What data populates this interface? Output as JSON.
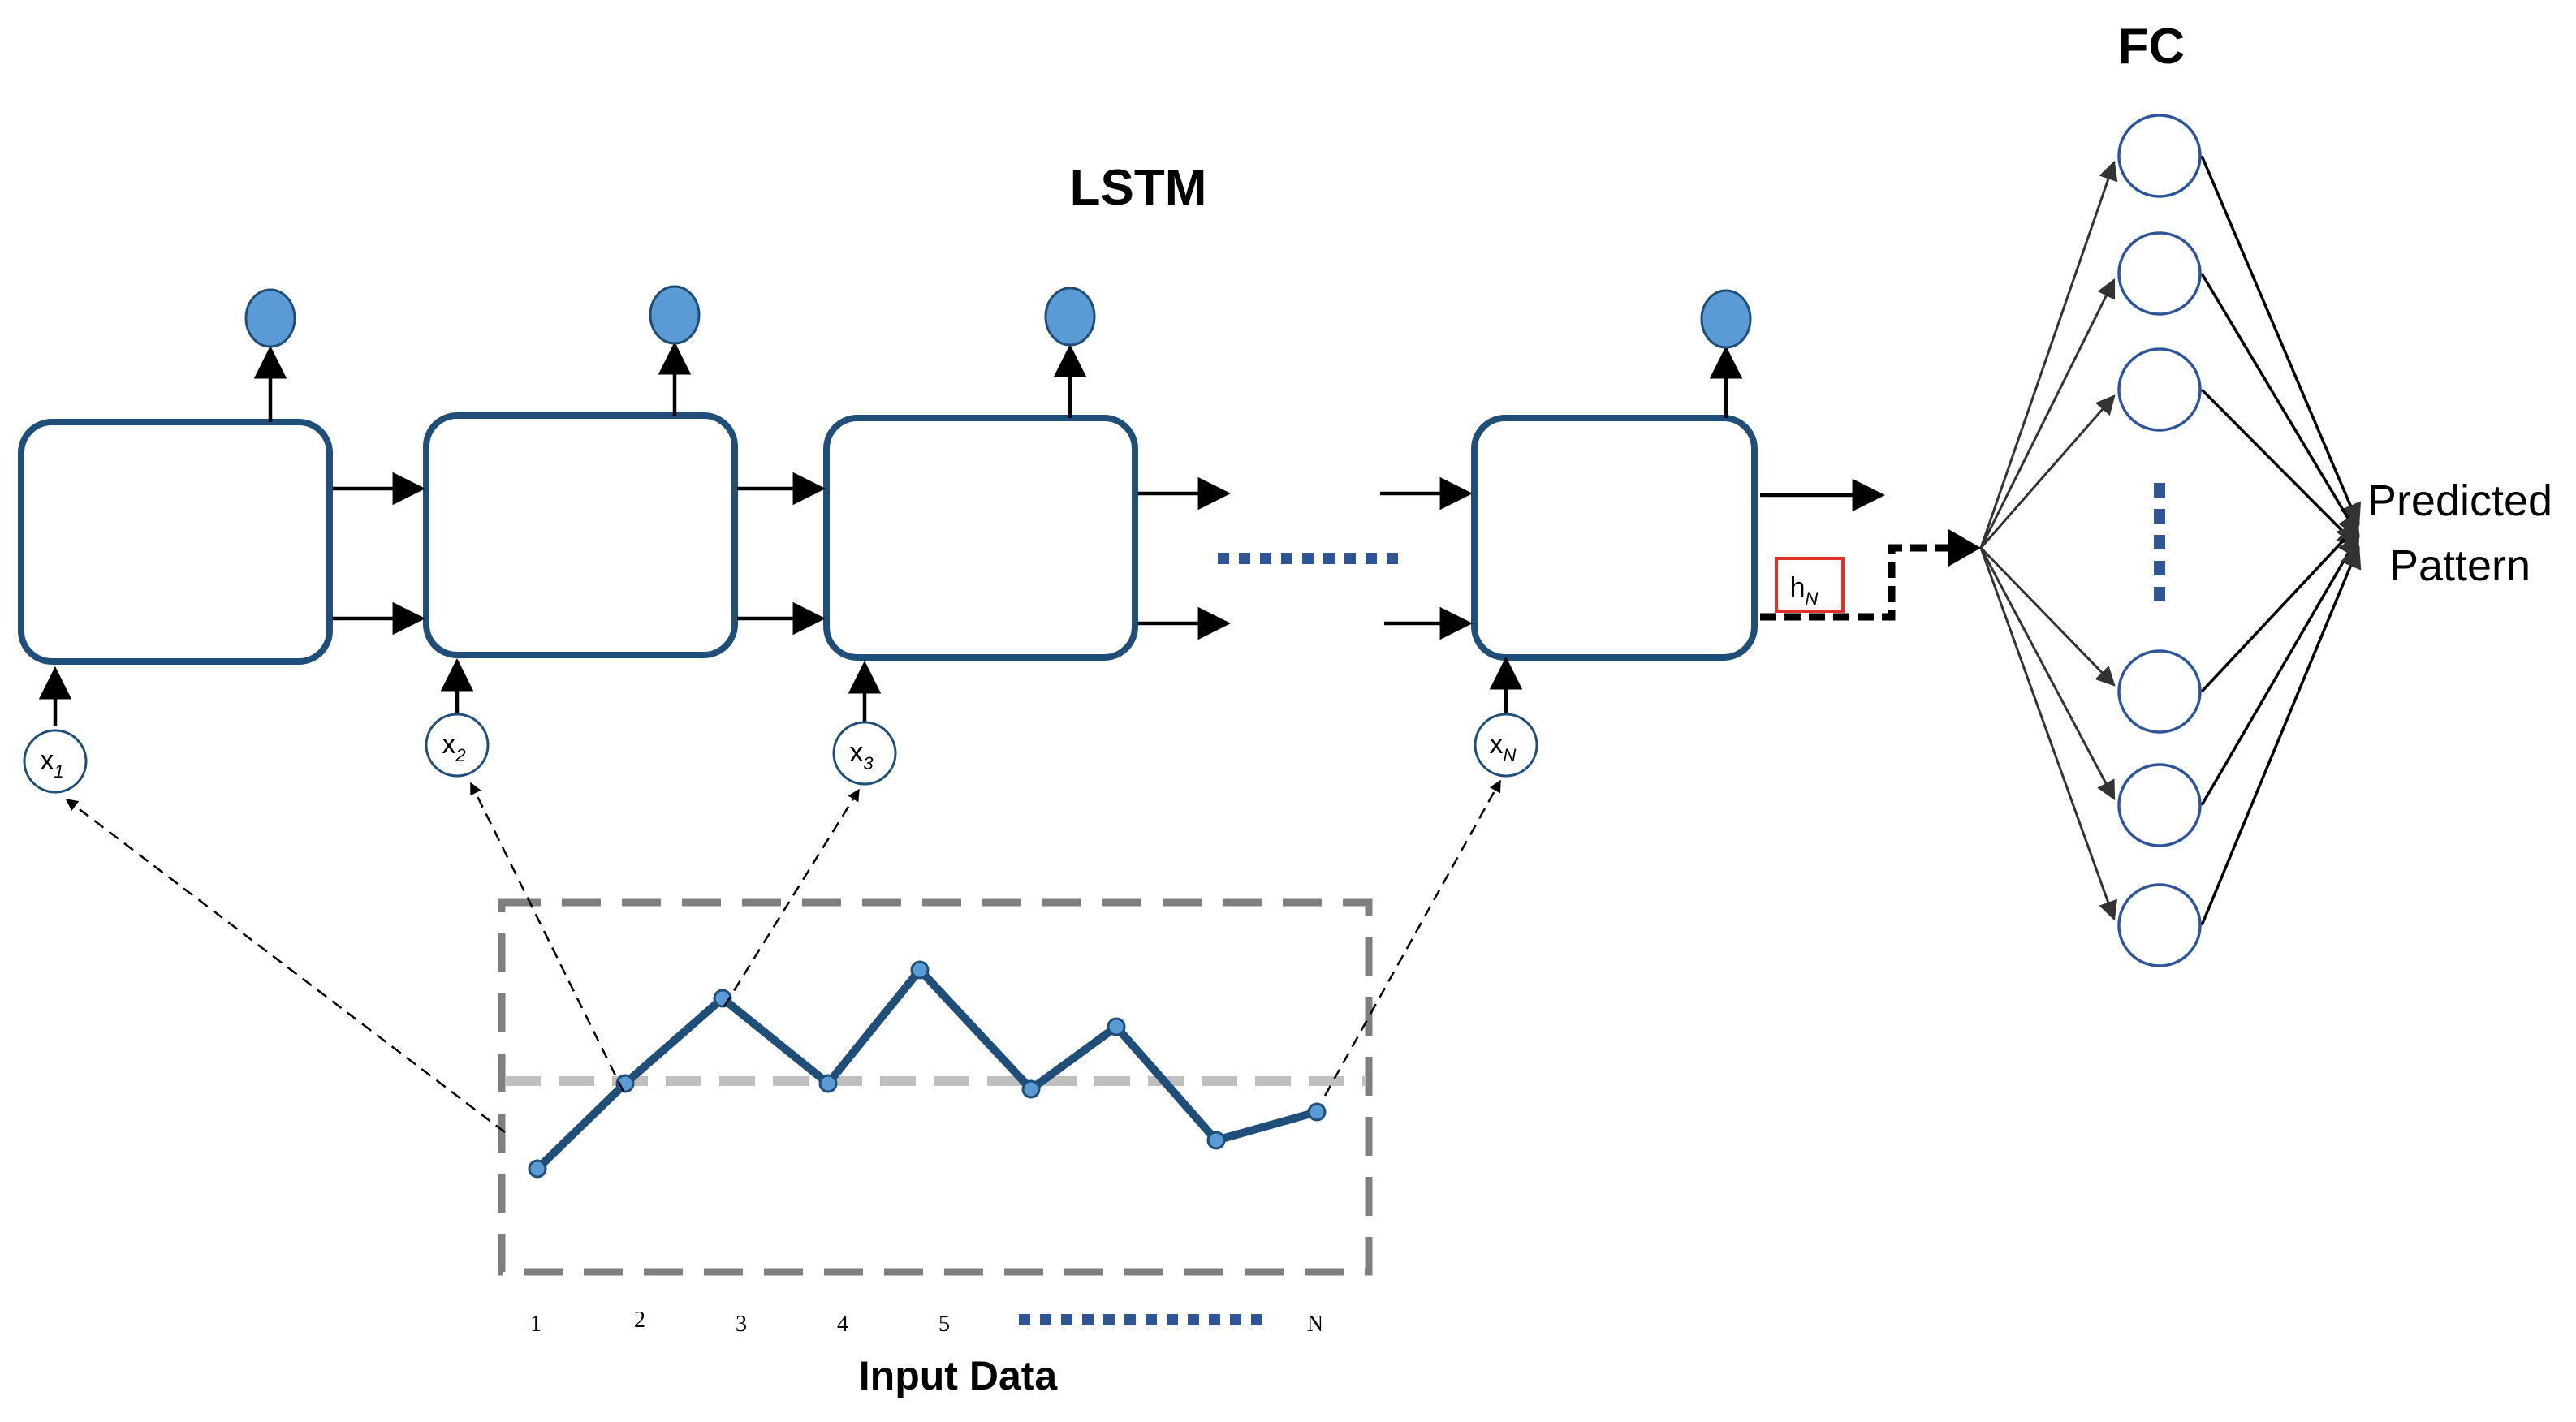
{
  "diagram": {
    "lstm_title": "LSTM",
    "fc_title": "FC",
    "predicted_line1": "Predicted",
    "predicted_line2": "Pattern",
    "inputs": [
      {
        "base": "x",
        "sub": "1"
      },
      {
        "base": "x",
        "sub": "2"
      },
      {
        "base": "x",
        "sub": "3"
      },
      {
        "base": "x",
        "sub": "N"
      }
    ],
    "hidden_state": {
      "base": "h",
      "sub": "N"
    },
    "input_data_label": "Input Data",
    "time_ticks": [
      "1",
      "2",
      "3",
      "4",
      "5",
      "N"
    ],
    "series_values": [
      0,
      3,
      6,
      3,
      7,
      2.8,
      5,
      1,
      2
    ],
    "colors": {
      "cell_stroke": "#1f4e79",
      "output_node": "#5b9bd5",
      "ellipsis": "#2f5597",
      "hidden_box": "#e0302a",
      "frame": "#7f7f7f",
      "threshold": "#bfbfbf"
    }
  }
}
